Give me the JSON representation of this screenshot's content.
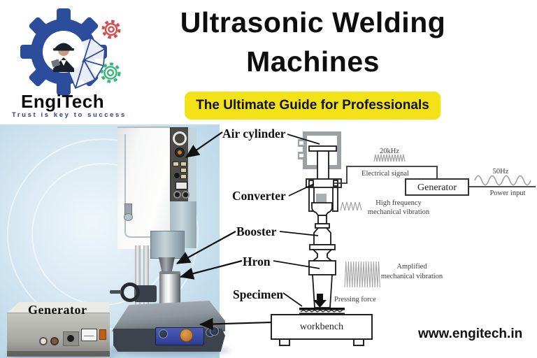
{
  "brand": {
    "name": "EngiTech",
    "tagline": "Trust is key to success"
  },
  "header": {
    "title_line1": "Ultrasonic Welding",
    "title_line2": "Machines",
    "subtitle": "The Ultimate Guide for Professionals"
  },
  "photo": {
    "generator_label": "Generator"
  },
  "diagram": {
    "labels": {
      "air_cylinder": "Air cylinder",
      "converter": "Converter",
      "booster": "Booster",
      "horn": "Hron",
      "specimen": "Specimen",
      "workbench": "workbench",
      "generator": "Generator"
    },
    "annotations": {
      "signal_frequency": "20kHz",
      "electrical_signal": "Electrical signal",
      "power_frequency": "50Hz",
      "power_input": "Power input",
      "high_freq_line1": "High frequency",
      "high_freq_line2": "mechanical vibration",
      "amplified_line1": "Amplified",
      "amplified_line2": "mechanical vibration",
      "pressing_force": "Pressing force"
    }
  },
  "footer": {
    "website": "www.engitech.in"
  },
  "colors": {
    "banner_yellow": "#F2E217",
    "logo_blue": "#2B4D9B",
    "logo_red": "#D84A4A",
    "logo_green": "#35B877",
    "photo_background": "#CCE2EF",
    "base_panel_blue": "#3A4BAD",
    "accent_orange": "#C87B2A"
  }
}
